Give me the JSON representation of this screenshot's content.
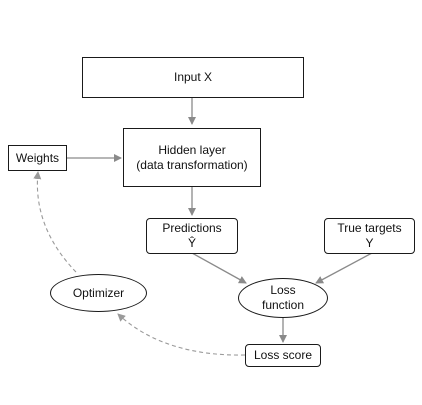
{
  "nodes": {
    "input": {
      "label": "Input X"
    },
    "hidden": {
      "line1": "Hidden layer",
      "line2": "(data transformation)"
    },
    "weights": {
      "label": "Weights"
    },
    "predictions": {
      "line1": "Predictions",
      "line2": "Ŷ"
    },
    "targets": {
      "line1": "True targets",
      "line2": "Y"
    },
    "loss_function": {
      "line1": "Loss",
      "line2": "function"
    },
    "optimizer": {
      "label": "Optimizer"
    },
    "loss_score": {
      "label": "Loss score"
    }
  },
  "colors": {
    "solid_arrow": "#8a8a8a",
    "dashed_arrow": "#9a9a9a",
    "node_border": "#1a1a1a"
  }
}
